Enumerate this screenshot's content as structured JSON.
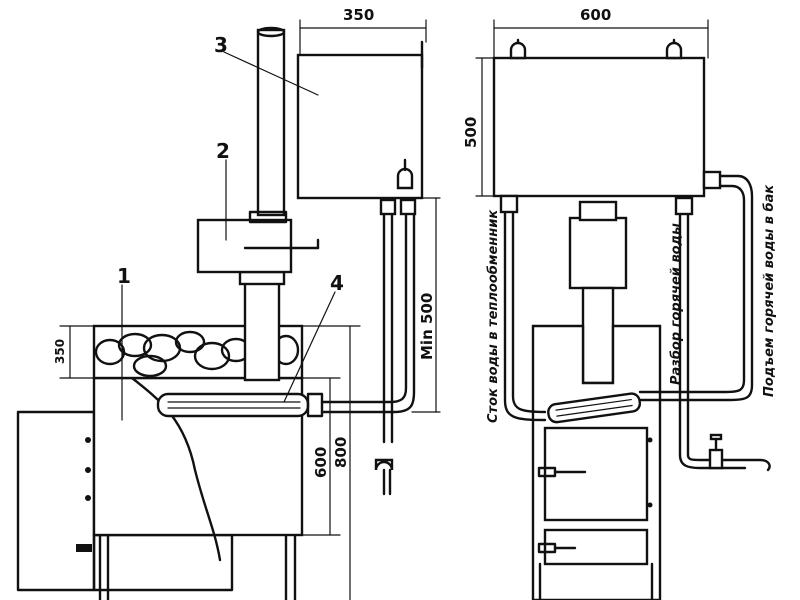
{
  "dimensions": {
    "tank_width_side": "350",
    "tank_width_front": "600",
    "tank_height": "500",
    "stone_layer": "350",
    "firebox_height": "600",
    "total_height": "800",
    "min_gap": "Min 500"
  },
  "callouts": {
    "one": "1",
    "two": "2",
    "three": "3",
    "four": "4"
  },
  "pipe_labels": {
    "drain": "Сток воды в теплообменник",
    "hot_draw": "Разбор горячей воды",
    "hot_rise": "Подъем горячей воды в бак"
  },
  "colors": {
    "line": "#111111",
    "paper": "#ffffff"
  }
}
